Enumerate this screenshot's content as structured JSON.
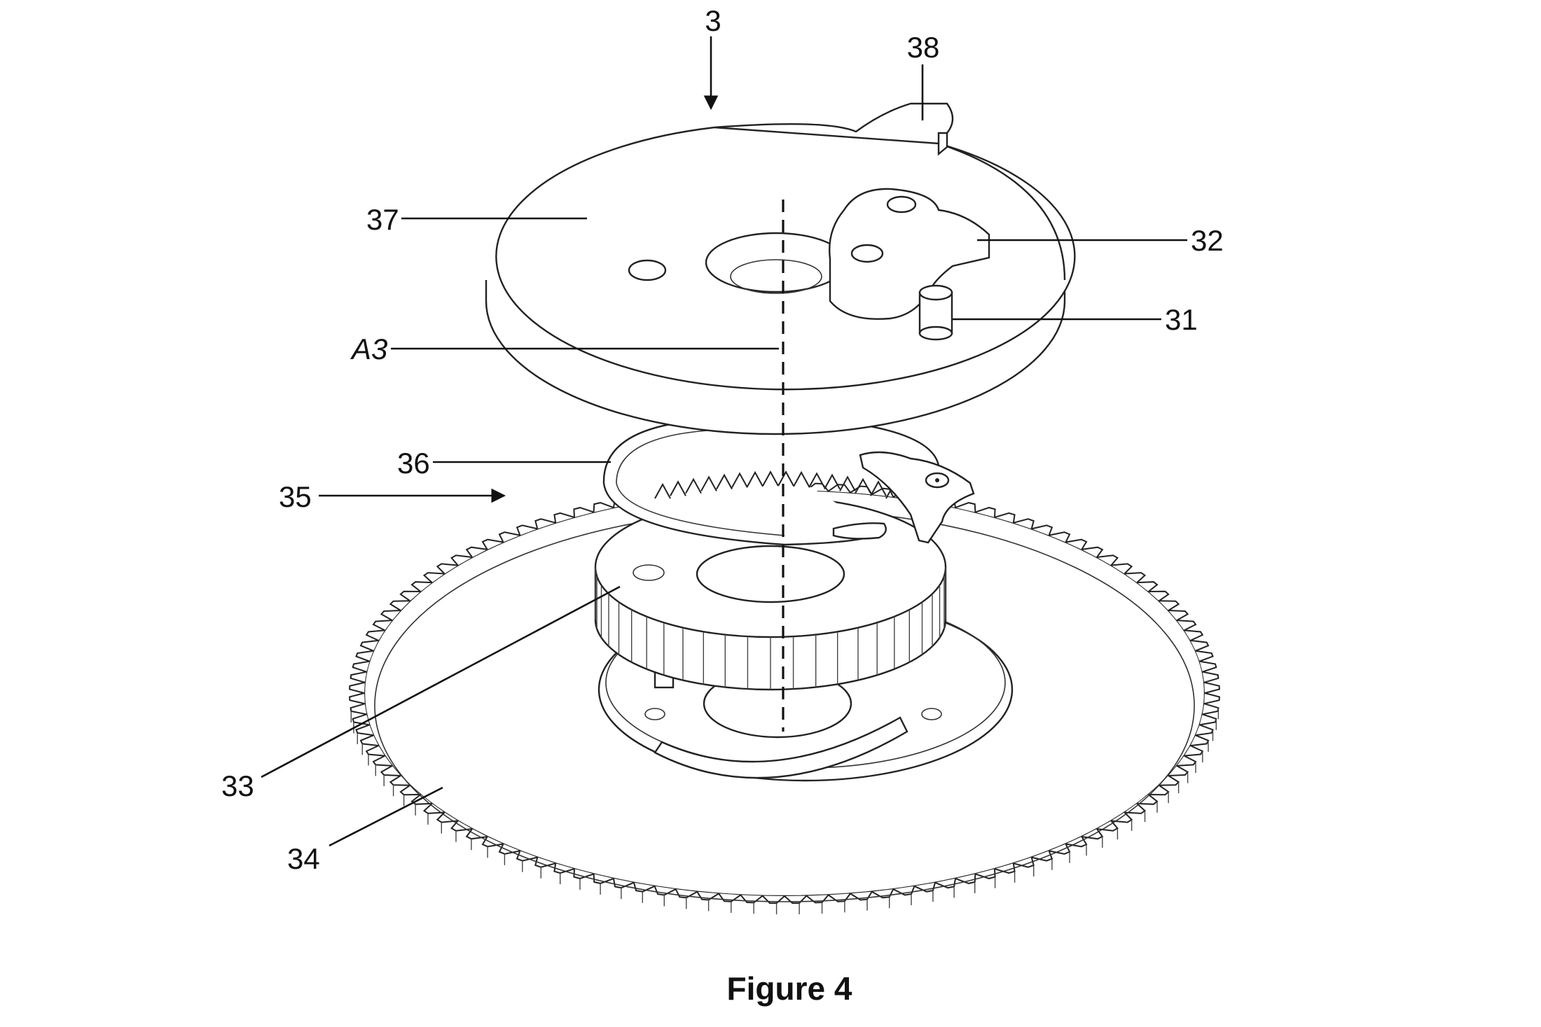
{
  "figure": {
    "caption": "Figure 4",
    "labels": {
      "ref_3": "3",
      "ref_38": "38",
      "ref_37": "37",
      "ref_32": "32",
      "ref_31": "31",
      "ref_A3": "A3",
      "ref_36": "36",
      "ref_35": "35",
      "ref_33": "33",
      "ref_34": "34"
    }
  }
}
